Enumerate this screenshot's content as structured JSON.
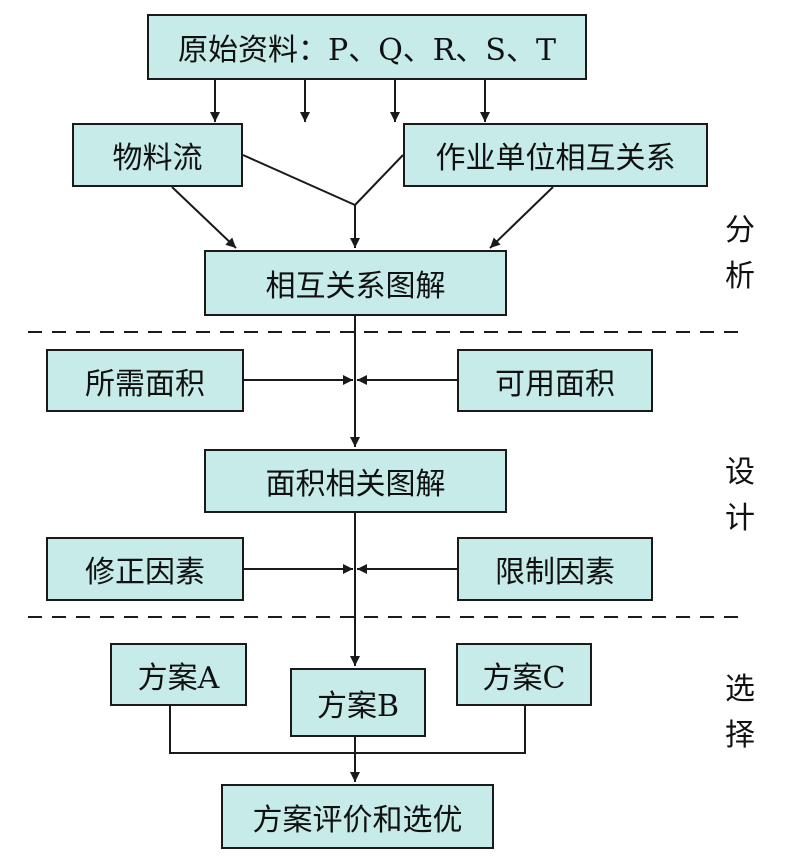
{
  "boxes": {
    "source": "原始资料：P、Q、R、S、T",
    "material_flow": "物料流",
    "activity_relations": "作业单位相互关系",
    "relation_diagram": "相互关系图解",
    "required_area": "所需面积",
    "available_area": "可用面积",
    "area_relation_diagram": "面积相关图解",
    "modifying_factors": "修正因素",
    "constraints": "限制因素",
    "plan_a": "方案A",
    "plan_b": "方案B",
    "plan_c": "方案C",
    "evaluation": "方案评价和选优"
  },
  "stages": {
    "analysis": [
      "分",
      "析"
    ],
    "design": [
      "设",
      "计"
    ],
    "selection": [
      "选",
      "择"
    ]
  },
  "colors": {
    "box_fill": "#c6ebe9",
    "line": "#1a1a1a"
  }
}
